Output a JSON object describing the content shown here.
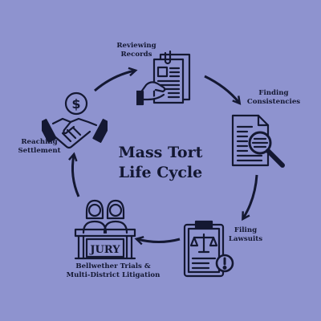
{
  "title": {
    "line1": "Mass Tort",
    "line2": "Life Cycle"
  },
  "steps": [
    {
      "line1": "Reviewing",
      "line2": "Records",
      "icon": "documents-hand-icon"
    },
    {
      "line1": "Finding",
      "line2": "Consistencies",
      "icon": "magnifier-document-icon"
    },
    {
      "line1": "Filing",
      "line2": "Lawsuits",
      "icon": "clipboard-scales-icon"
    },
    {
      "line1": "Bellwether Trials &",
      "line2": "Multi-District Litigation",
      "icon": "jury-icon"
    },
    {
      "line1": "Reaching",
      "line2": "Settlement",
      "icon": "handshake-dollar-icon"
    }
  ],
  "colors": {
    "background": "#8e93cf",
    "ink": "#141832"
  }
}
